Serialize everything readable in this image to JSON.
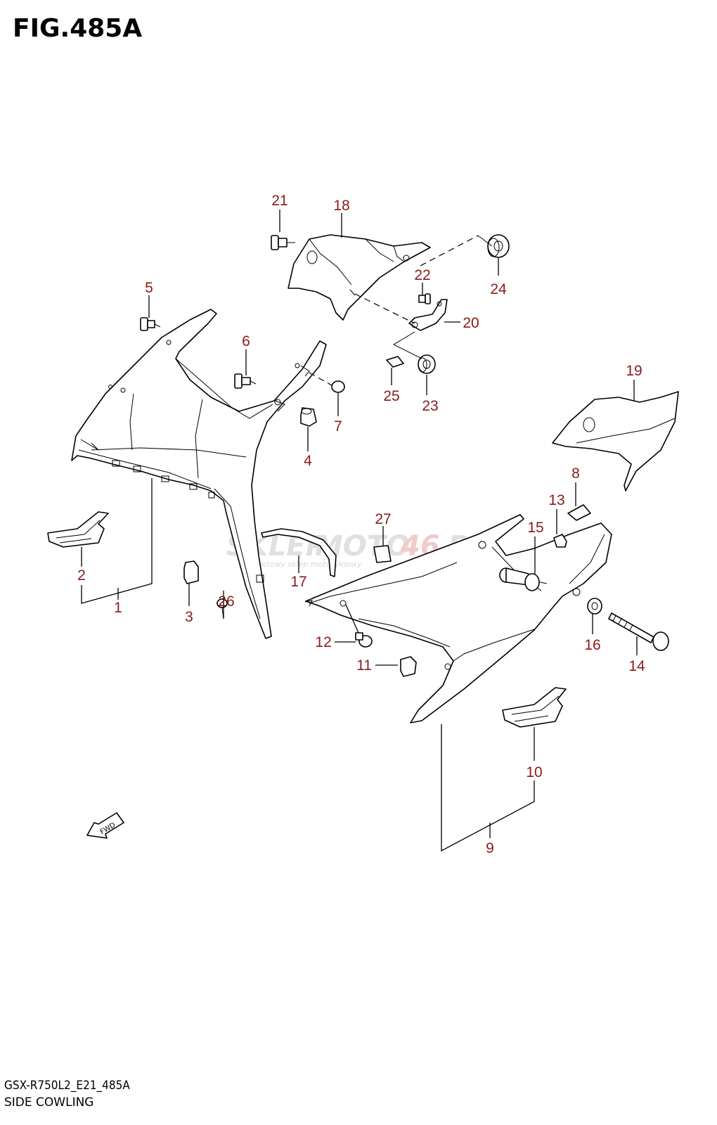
{
  "figure": {
    "title": "FIG.485A"
  },
  "footer": {
    "code": "GSX-R750L2_E21_485A",
    "name": "SIDE COWLING"
  },
  "watermark": {
    "main_a": "SKLEP",
    "main_b": "MOTO",
    "main_c": "46",
    "main_d": ".PL",
    "sub": "internetowy sklep motocyklowy"
  },
  "colors": {
    "part_number": "#8b1a1a",
    "line": "#000000",
    "watermark_gray": "#c8c8c8",
    "watermark_red": "#e8a0a0"
  },
  "parts": [
    {
      "id": "21",
      "label": "21"
    },
    {
      "id": "18",
      "label": "18"
    },
    {
      "id": "22",
      "label": "22"
    },
    {
      "id": "24",
      "label": "24"
    },
    {
      "id": "5",
      "label": "5"
    },
    {
      "id": "20",
      "label": "20"
    },
    {
      "id": "6",
      "label": "6"
    },
    {
      "id": "25",
      "label": "25"
    },
    {
      "id": "23",
      "label": "23"
    },
    {
      "id": "19",
      "label": "19"
    },
    {
      "id": "7",
      "label": "7"
    },
    {
      "id": "4",
      "label": "4"
    },
    {
      "id": "8",
      "label": "8"
    },
    {
      "id": "13",
      "label": "13"
    },
    {
      "id": "27",
      "label": "27"
    },
    {
      "id": "15",
      "label": "15"
    },
    {
      "id": "2",
      "label": "2"
    },
    {
      "id": "1",
      "label": "1"
    },
    {
      "id": "3",
      "label": "3"
    },
    {
      "id": "26",
      "label": "26"
    },
    {
      "id": "17",
      "label": "17"
    },
    {
      "id": "12",
      "label": "12"
    },
    {
      "id": "16",
      "label": "16"
    },
    {
      "id": "14",
      "label": "14"
    },
    {
      "id": "11",
      "label": "11"
    },
    {
      "id": "10",
      "label": "10"
    },
    {
      "id": "9",
      "label": "9"
    }
  ],
  "fwd_arrow": {
    "label": "FWD"
  }
}
